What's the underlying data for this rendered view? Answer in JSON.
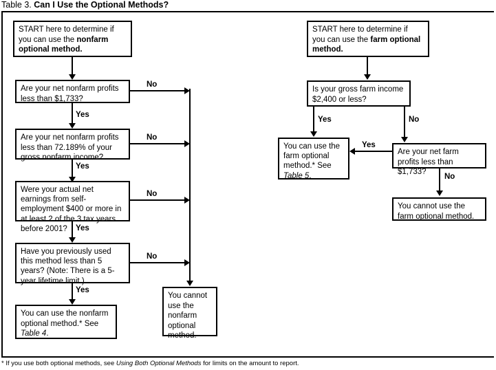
{
  "title": {
    "lead": "Table 3.",
    "bold": "Can I Use the Optional Methods?"
  },
  "nonfarm_branch": {
    "start": {
      "line1": "START here to determine if",
      "line2_plain": "you can use the ",
      "line2_bold": "nonfarm",
      "line3_bold": "optional method."
    },
    "q1": "Are your net nonfarm profits less than $1,733?",
    "q2": "Are your net nonfarm profits less than 72.189% of your gross nonfarm income?",
    "q3": "Were your actual net earnings from self-employment $400 or more in at least 2 of the 3 tax years before 2001?",
    "q4": "Have you previously used this method less than 5 years? (Note: There is a 5-year lifetime limit.)",
    "yes_result_plain": "You can use the nonfarm optional method.* See ",
    "yes_result_italic": "Table 4",
    "yes_result_tail": ".",
    "no_result": "You cannot use the nonfarm optional method.",
    "labels": {
      "no1": "No",
      "no2": "No",
      "no3": "No",
      "no4": "No",
      "yes1": "Yes",
      "yes2": "Yes",
      "yes3": "Yes",
      "yes4": "Yes"
    }
  },
  "farm_branch": {
    "start": {
      "line1": "START here to determine if",
      "line2_plain": "you can use the ",
      "line2_bold": "farm optional",
      "line3_bold": "method."
    },
    "q1": "Is your gross farm income $2,400 or less?",
    "q2": "Are your net farm profits less than $1,733?",
    "yes_result_plain": "You can use the farm optional method.* See ",
    "yes_result_italic": "Table 5",
    "yes_result_tail": ".",
    "no_result": "You cannot use the farm optional method.",
    "labels": {
      "yes1": "Yes",
      "no1": "No",
      "yes2": "Yes",
      "no2": "No"
    }
  },
  "footnote": {
    "plain_lead": "* If you use both optional methods, see ",
    "italic": "Using Both Optional Methods",
    "plain_tail": " for limits on the amount to report."
  },
  "colors": {
    "ink": "#000000",
    "paper": "#ffffff"
  }
}
